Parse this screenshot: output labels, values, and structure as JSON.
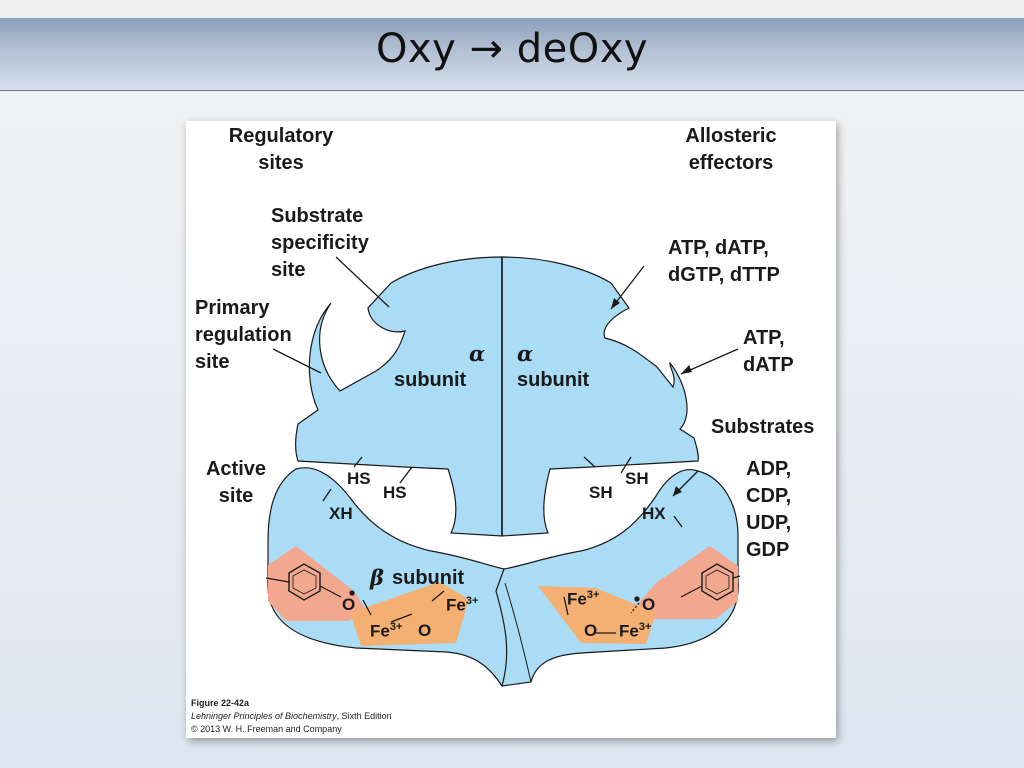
{
  "slide": {
    "title": "Oxy → deOxy"
  },
  "figure": {
    "labels": {
      "regulatory_sites": "Regulatory\nsites",
      "allosteric_effectors": "Allosteric\neffectors",
      "substrate_specificity_site": "Substrate\nspecificity\nsite",
      "primary_regulation_site": "Primary\nregulation\nsite",
      "atp_datp_dgtp_dttp": "ATP, dATP,\ndGTP,  dTTP",
      "atp_datp": "ATP,\ndATP",
      "substrates": "Substrates",
      "active_site": "Active\nsite",
      "substrate_list": "ADP,\nCDP,\nUDP,\nGDP",
      "alpha_left_greek": "α",
      "alpha_left_word": "subunit",
      "alpha_right_greek": "α",
      "alpha_right_word": "subunit",
      "beta_greek": "β",
      "beta_word": "subunit",
      "hs_1": "HS",
      "hs_2": "HS",
      "xh": "XH",
      "sh_1": "SH",
      "sh_2": "SH",
      "hx": "HX",
      "o_radical_left": "O",
      "o_radical_right": "O",
      "fe_left_top": "Fe",
      "fe_left_bottom": "Fe",
      "o_bridge_left": "O",
      "fe_right_top": "Fe",
      "fe_right_bottom": "Fe",
      "o_bridge_right": "O",
      "fe_charge": "3+"
    },
    "caption": {
      "figure_number": "Figure 22-42a",
      "book": "Lehninger Principles of Biochemistry",
      "edition": ", Sixth Edition",
      "copyright": "© 2013 W. H. Freeman and Company"
    },
    "colors": {
      "subunit_fill": "#aadcf5",
      "tyrosine_fill": "#f2a78f",
      "iron_center_fill": "#f4b072",
      "line": "#1a1a1a"
    }
  }
}
